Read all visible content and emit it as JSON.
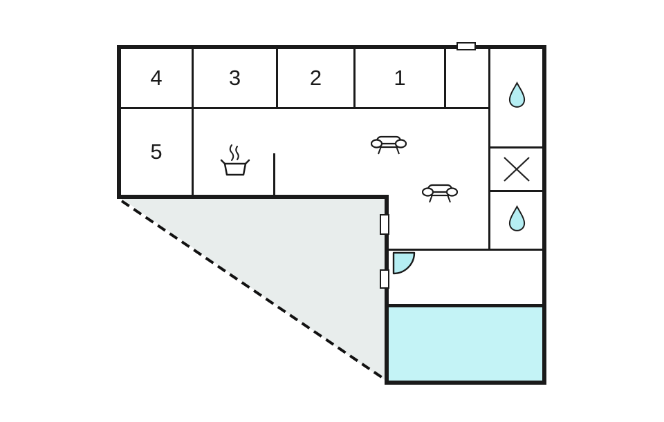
{
  "plan": {
    "title": "floor-plan",
    "rooms": [
      {
        "label": "4"
      },
      {
        "label": "3"
      },
      {
        "label": "2"
      },
      {
        "label": "1"
      },
      {
        "label": "5"
      }
    ],
    "features": {
      "bathroom_top_icon": "water-drop",
      "utility_icon": "x-mark",
      "bathroom_bottom_icon": "water-drop",
      "kitchen_icon": "cooking-pot-with-steam",
      "living_room_icons": [
        "sofa",
        "sofa"
      ],
      "entrance_icon": "door-swing-arc",
      "terrace_edge": "dashed-line",
      "window_count": 3
    },
    "colors": {
      "wall": "#1a1a1a",
      "pool_fill": "#c4f3f6",
      "water_drop_fill": "#b5eef3",
      "door_fill": "#b5eef3",
      "terrace_fill": "#e8edec",
      "background": "#ffffff"
    }
  }
}
